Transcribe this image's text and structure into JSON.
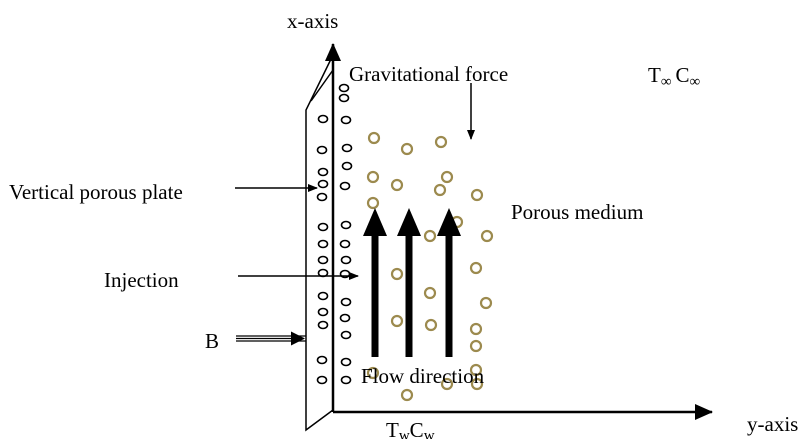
{
  "labels": {
    "x_axis": "x-axis",
    "y_axis": "y-axis",
    "gravity": "Gravitational force",
    "ambient_T": "T",
    "ambient_T_sub": "∞",
    "ambient_C": "C",
    "ambient_C_sub": "∞",
    "plate": "Vertical porous plate",
    "medium": "Porous medium",
    "injection": "Injection",
    "magnetic": "B",
    "flow": "Flow direction",
    "wall_T": "T",
    "wall_T_sub": "w",
    "wall_C": "C",
    "wall_C_sub": "w"
  },
  "colors": {
    "lines": "#000000",
    "pores": "#9c8a4e"
  }
}
